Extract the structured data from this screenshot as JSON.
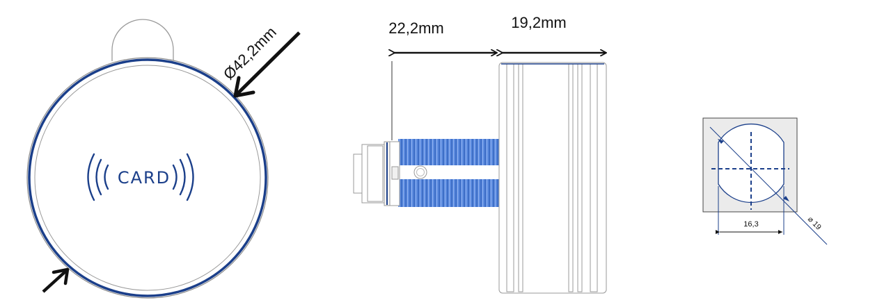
{
  "front_view": {
    "card_label": "CARD",
    "diameter_label": "Ø42,2mm"
  },
  "side_view": {
    "bolt_length_label": "22,2mm",
    "body_length_label": "19,2mm"
  },
  "cutout_view": {
    "width_label": "16,3",
    "diameter_label": "⌀ 19"
  },
  "colors": {
    "ring_blue": "#1b3f8a",
    "thread_blue": "#5b8be0",
    "outline_grey": "#8a8a8a",
    "panel_grey": "#ebebeb"
  }
}
